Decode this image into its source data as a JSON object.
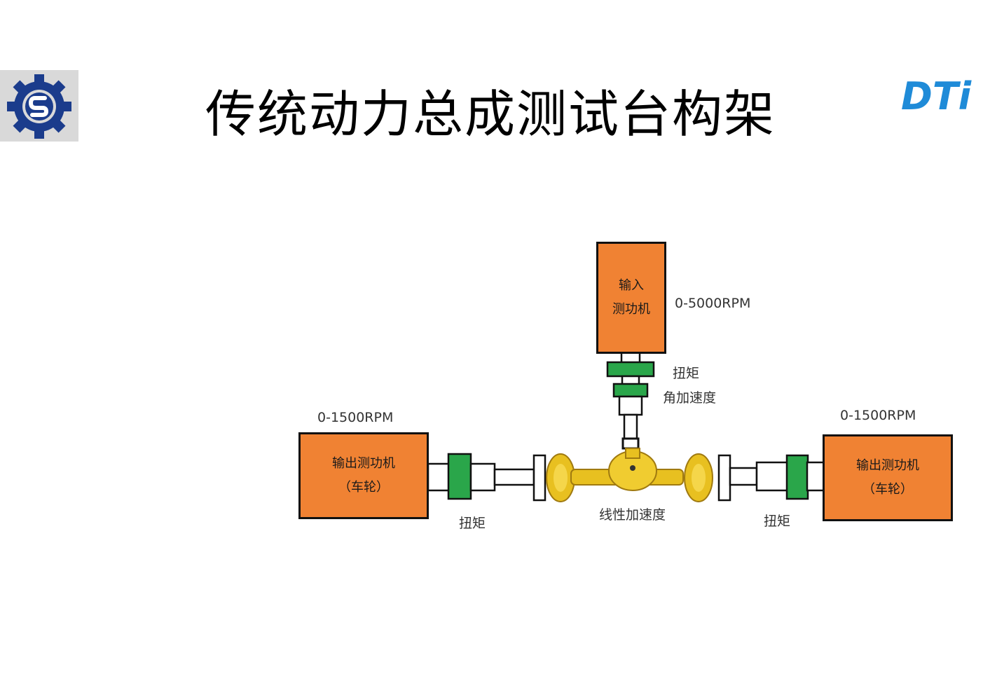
{
  "slide": {
    "title": "传统动力总成测试台构架",
    "brand_right": "DTi"
  },
  "colors": {
    "dyno_box": "#f08233",
    "flange_green": "#2aa64a",
    "axle_yellow": "#e8c020",
    "brand_blue": "#1f8bd8",
    "logo_blue": "#1b3c8c"
  },
  "icons": {
    "left_logo": "gear-logo-icon"
  },
  "diagram": {
    "input_dyno": {
      "line1": "输入",
      "line2": "测功机",
      "speed": "0-5000RPM"
    },
    "input_sensors": {
      "torque": "扭矩",
      "angular_accel": "角加速度"
    },
    "left_dyno": {
      "line1": "输出测功机",
      "line2": "（车轮）",
      "speed": "0-1500RPM",
      "torque": "扭矩"
    },
    "right_dyno": {
      "line1": "输出测功机",
      "line2": "（车轮）",
      "speed": "0-1500RPM",
      "torque": "扭矩"
    },
    "axle": {
      "label": "线性加速度"
    }
  }
}
